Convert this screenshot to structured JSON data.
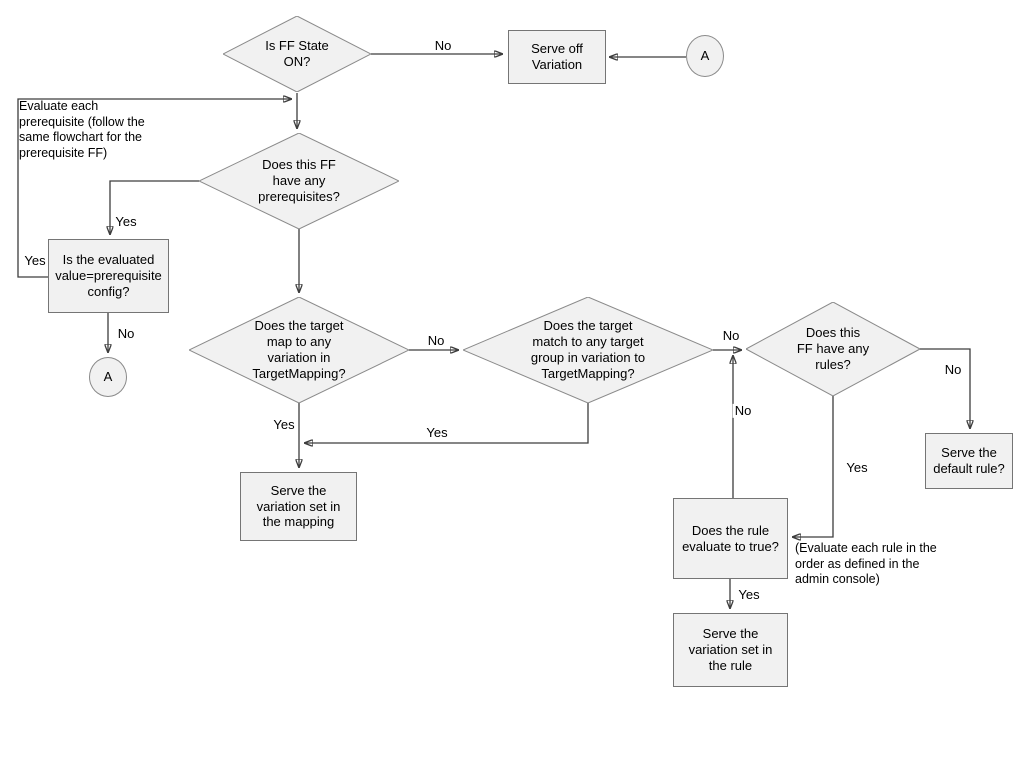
{
  "diagram": {
    "type": "flowchart",
    "topic": "Feature flag (FF) evaluation flow",
    "colors": {
      "background": "#ffffff",
      "shape_fill": "#f1f1f1",
      "shape_stroke": "#8a8a8a",
      "connector": "#3d3d3d",
      "text": "#000000"
    }
  },
  "nodes": {
    "ff_state": {
      "type": "decision",
      "label": "Is FF State\nON?"
    },
    "serve_off_variation": {
      "type": "process",
      "label": "Serve off\nVariation"
    },
    "connector_a_top": {
      "type": "connector",
      "label": "A"
    },
    "prerequisite_note": {
      "type": "note",
      "label": "Evaluate each\nprerequisite (follow the\nsame flowchart for the\nprerequisite FF)"
    },
    "has_prerequisites": {
      "type": "decision",
      "label": "Does this FF\nhave any\nprerequisites?"
    },
    "evaluated_value": {
      "type": "process",
      "label": "Is the evaluated\nvalue=prerequisite\nconfig?"
    },
    "connector_a_left": {
      "type": "connector",
      "label": "A"
    },
    "target_mapping": {
      "type": "decision",
      "label": "Does the target\nmap to any\nvariation in\nTargetMapping?"
    },
    "target_group": {
      "type": "decision",
      "label": "Does the target\nmatch to any target\ngroup in variation to\nTargetMapping?"
    },
    "has_rules": {
      "type": "decision",
      "label": "Does this\nFF have any\nrules?"
    },
    "serve_default_rule": {
      "type": "process",
      "label": "Serve the\ndefault rule?"
    },
    "rule_evaluates": {
      "type": "process",
      "label": "Does the rule\nevaluate to true?"
    },
    "rules_note": {
      "type": "note",
      "label": "(Evaluate each rule in the\norder as defined in the\nadmin console)"
    },
    "serve_rule_variation": {
      "type": "process",
      "label": "Serve the\nvariation set in\nthe rule"
    },
    "serve_mapping_variation": {
      "type": "process",
      "label": "Serve the\nvariation set in\nthe mapping"
    }
  },
  "edge_labels": {
    "no_ff_state": "No",
    "yes_prerequisites": "Yes",
    "yes_evaluated": "Yes",
    "no_evaluated": "No",
    "yes_target_map": "Yes",
    "no_target_map": "No",
    "yes_target_group": "Yes",
    "no_target_group": "No",
    "no_rule_loop": "No",
    "no_rules": "No",
    "yes_rules": "Yes",
    "yes_rule": "Yes"
  }
}
